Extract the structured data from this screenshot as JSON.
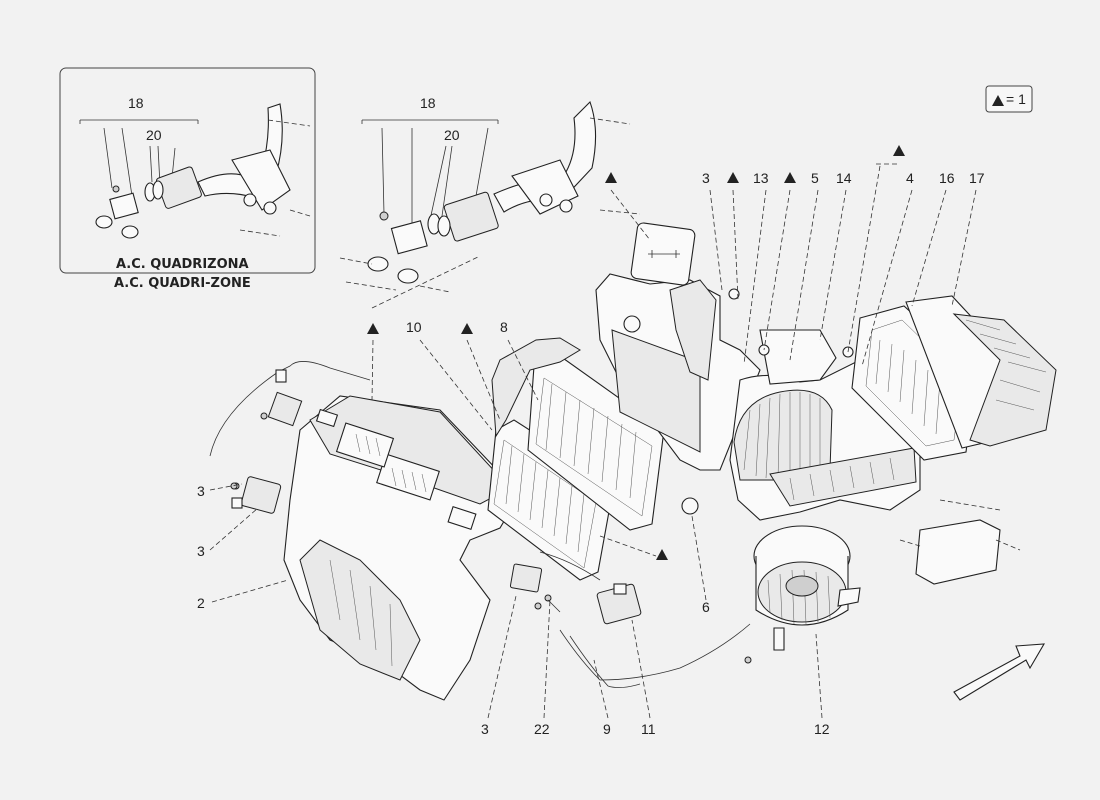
{
  "inset": {
    "caption_line1": "A.C. QUADRIZONA",
    "caption_line2": "A.C. QUADRI-ZONE",
    "label_18": "18",
    "label_20": "20"
  },
  "legend": {
    "text": "= 1"
  },
  "labels": {
    "l18": "18",
    "l20": "20",
    "l3_top": "3",
    "l13": "13",
    "l5": "5",
    "l14": "14",
    "l4": "4",
    "l16": "16",
    "l17": "17",
    "l10": "10",
    "l8": "8",
    "l3_left_a": "3",
    "l3_left_b": "3",
    "l2": "2",
    "l3_bottom": "3",
    "l22": "22",
    "l9": "9",
    "l11": "11",
    "l6": "6",
    "l12": "12"
  },
  "colors": {
    "background": "#f2f2f2",
    "line": "#222222"
  },
  "icons": {
    "marker": "triangle-marker-icon",
    "direction": "direction-arrow-icon"
  }
}
